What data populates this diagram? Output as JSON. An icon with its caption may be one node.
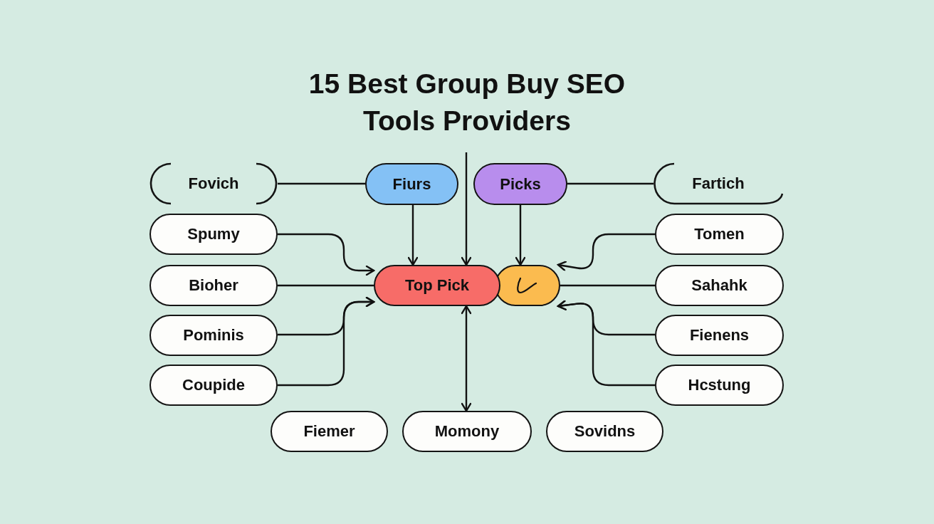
{
  "diagram": {
    "title": "15 Best Group Buy SEO Tools Providers",
    "nodes": [
      {
        "text": [
          "Fovich"
        ]
      },
      {
        "text": [
          "Fiurs"
        ]
      },
      {
        "text": [
          "Picks"
        ]
      },
      {
        "text": [
          "Fartich"
        ]
      },
      {
        "text": [
          "Spumy"
        ]
      },
      {
        "text": [
          "Tomen"
        ]
      },
      {
        "text": [
          "Bioher"
        ]
      },
      {
        "text": [
          "Top Pick"
        ]
      },
      {
        "text": [],
        "shape": "box"
      },
      {
        "text": [
          "Sahahk"
        ]
      },
      {
        "text": [
          "Pominis"
        ]
      },
      {
        "text": [
          "Fienens"
        ]
      },
      {
        "text": [
          "Coupide"
        ]
      },
      {
        "text": [
          "Hcstung"
        ]
      },
      {
        "text": [
          "Fiemer"
        ]
      },
      {
        "text": [
          "Momony"
        ]
      },
      {
        "text": [
          "Sovidns"
        ]
      }
    ],
    "edges": [
      {
        "from": 0,
        "to": 1,
        "arrow": "none"
      },
      {
        "from": 1,
        "to": 7,
        "arrow": "to"
      },
      {
        "from": null,
        "to": 7,
        "arrow": "to"
      },
      {
        "from": 2,
        "to": 8,
        "arrow": "to"
      },
      {
        "from": 2,
        "to": 3,
        "arrow": "none"
      },
      {
        "from": 4,
        "to": 7,
        "arrow": "to"
      },
      {
        "from": 5,
        "to": 8,
        "arrow": "to"
      },
      {
        "from": 6,
        "to": 7,
        "arrow": "none"
      },
      {
        "from": 9,
        "to": 8,
        "arrow": "none"
      },
      {
        "from": 10,
        "to": 7,
        "arrow": "to"
      },
      {
        "from": 12,
        "to": 7,
        "arrow": "to"
      },
      {
        "from": 11,
        "to": 8,
        "arrow": "to"
      },
      {
        "from": 13,
        "to": 8,
        "arrow": "to"
      },
      {
        "from": 7,
        "to": 15,
        "arrow": "both"
      }
    ]
  }
}
